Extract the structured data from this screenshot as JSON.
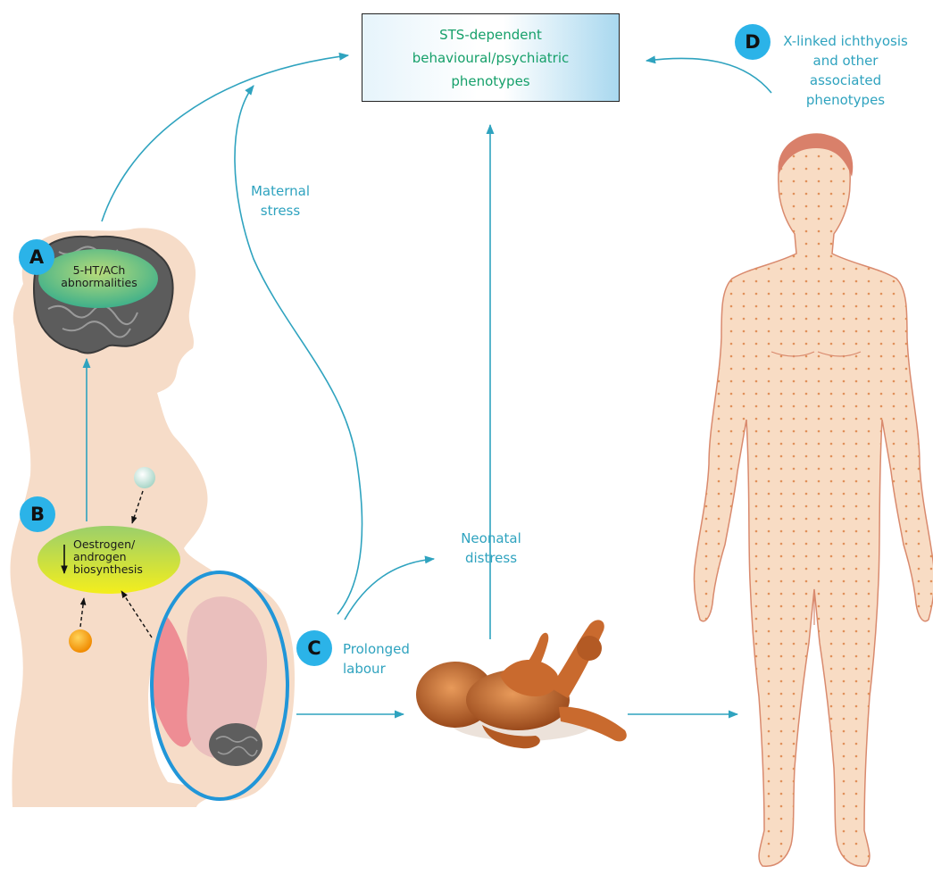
{
  "outcome_box": {
    "line1": "STS-dependent",
    "line2": "behavioural/psychiatric",
    "line3": "phenotypes"
  },
  "badges": {
    "a": "A",
    "b": "B",
    "c": "C",
    "d": "D"
  },
  "brain_label": {
    "line1": "5-HT/ACh",
    "line2": "abnormalities"
  },
  "hormone_label": {
    "line1": "Oestrogen/",
    "line2": "androgen",
    "line3": "biosynthesis"
  },
  "maternal_stress": {
    "line1": "Maternal",
    "line2": "stress"
  },
  "neonatal_distress": {
    "line1": "Neonatal",
    "line2": "distress"
  },
  "prolonged_labour": {
    "line1": "Prolonged",
    "line2": "labour"
  },
  "xlinked": {
    "line1": "X-linked ichthyosis",
    "line2": "and other",
    "line3": "associated",
    "line4": "phenotypes"
  },
  "colors": {
    "arrow": "#2fa3bf",
    "badge": "#2bb3e8",
    "silhouette": "#f6dcc8",
    "body_skin": "#f8dcc4",
    "dots": "#e0905a",
    "box_text": "#16a06a"
  }
}
